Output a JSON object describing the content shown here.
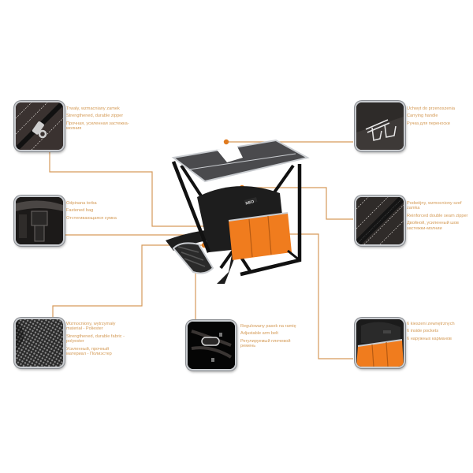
{
  "theme": {
    "accent": "#e07b1f",
    "line": "#d69a5a",
    "caption_text": "#d49a55",
    "background": "#ffffff",
    "bag_orange": "#f07c1e",
    "bag_black": "#1d1d1d",
    "seat_gray": "#4a4a4d",
    "frame_silver": "#c9ccd0"
  },
  "product": {
    "name": "Folding stool with tool bag",
    "brand_logo": "NEO"
  },
  "features": [
    {
      "id": "zipper",
      "icon": "zipper-icon",
      "lines": [
        "Trwały, wzmacniany zamek",
        "Strengthened, durable zipper",
        "Прочная, усиленная застежка-молния"
      ]
    },
    {
      "id": "carrying-handle",
      "icon": "handle-icon",
      "lines": [
        "Uchwyt do przenoszenia",
        "Carrying handle",
        "Ручка для переноски"
      ]
    },
    {
      "id": "fastened-bag",
      "icon": "buckle-icon",
      "lines": [
        "Odpinana torba",
        "Fastened bag",
        "Отстегивающаяся сумка"
      ]
    },
    {
      "id": "double-seam-zipper",
      "icon": "seam-zipper-icon",
      "lines": [
        "Podwójny, wzmocniony szef zamka",
        "Reinforced double seam zipper",
        "Двойной, усиленный шов застежки-молнии"
      ]
    },
    {
      "id": "polyester-fabric",
      "icon": "fabric-texture-icon",
      "lines": [
        "Wzmocniony, wytrzymały materiał - Poliester",
        "Strengthened, durable fabric - polyester",
        "Усиленный, прочный материал - Полиэстер"
      ]
    },
    {
      "id": "arm-belt",
      "icon": "shoulder-strap-icon",
      "lines": [
        "Regulowany pasek na ramię",
        "Adjustable arm belt",
        "Регулируемый плечевой ремень"
      ]
    },
    {
      "id": "pockets",
      "icon": "pockets-icon",
      "lines": [
        "6 kieszeni zewnętrznych",
        "6 inside pockets",
        "6 наружных карманов"
      ]
    }
  ]
}
